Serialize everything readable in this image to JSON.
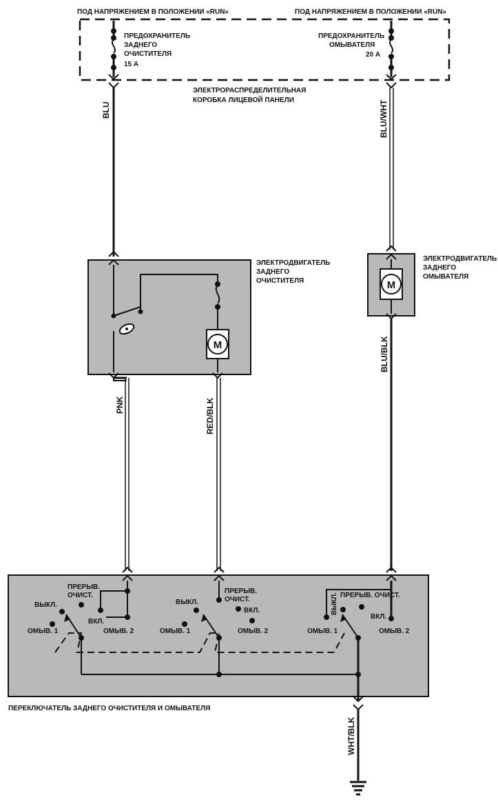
{
  "power": {
    "left_label": "ПОД НАПРЯЖЕНИЕМ В ПОЛОЖЕНИИ «RUN»",
    "right_label": "ПОД НАПРЯЖЕНИЕМ В ПОЛОЖЕНИИ «RUN»"
  },
  "fuse_left": {
    "l1": "ПРЕДОХРАНИТЕЛЬ",
    "l2": "ЗАДНЕГО",
    "l3": "ОЧИСТИТЕЛЯ",
    "l4": "15 А"
  },
  "fuse_right": {
    "l1": "ПРЕДОХРАНИТЕЛЬ",
    "l2": "ОМЫВАТЕЛЯ",
    "l3": "20 А"
  },
  "junction_box": {
    "l1": "ЭЛЕКТРОРАСПРЕДЕЛИТЕЛЬНАЯ",
    "l2": "КОРОБКА ЛИЦЕВОЙ ПАНЕЛИ"
  },
  "wires": {
    "blu": "BLU",
    "blu_wht": "BLU/WHT",
    "pnk": "PNK",
    "red_blk": "RED/BLK",
    "blu_blk": "BLU/BLK",
    "wht_blk": "WHT/BLK"
  },
  "wiper_motor": {
    "l1": "ЭЛЕКТРОДВИГАТЕЛЬ",
    "l2": "ЗАДНЕГО",
    "l3": "ОЧИСТИТЕЛЯ",
    "symbol": "M"
  },
  "washer_motor": {
    "l1": "ЭЛЕКТРОДВИГАТЕЛЬ",
    "l2": "ЗАДНЕГО",
    "l3": "ОМЫВАТЕЛЯ",
    "symbol": "M"
  },
  "switch": {
    "title": "ПЕРЕКЛЮЧАТЕЛЬ ЗАДНЕГО ОЧИСТИТЕЛЯ И ОМЫВАТЕЛЯ",
    "s1": {
      "int_a": "ПРЕРЫВ.",
      "int_b": "ОЧИСТ.",
      "off": "ВЫКЛ.",
      "on": "ВКЛ.",
      "wash1": "ОМЫВ. 1",
      "wash2": "ОМЫВ. 2"
    },
    "s2": {
      "int_a": "ПРЕРЫВ.",
      "int_b": "ОЧИСТ.",
      "off": "ВЫКЛ.",
      "on": "ВКЛ.",
      "wash1": "ОМЫВ. 1",
      "wash2": "ОМЫВ. 2"
    },
    "s3": {
      "int": "ПРЕРЫВ. ОЧИСТ.",
      "off": "ВЫКЛ.",
      "on": "ВКЛ.",
      "wash1": "ОМЫВ. 1",
      "wash2": "ОМЫВ. 2"
    }
  }
}
